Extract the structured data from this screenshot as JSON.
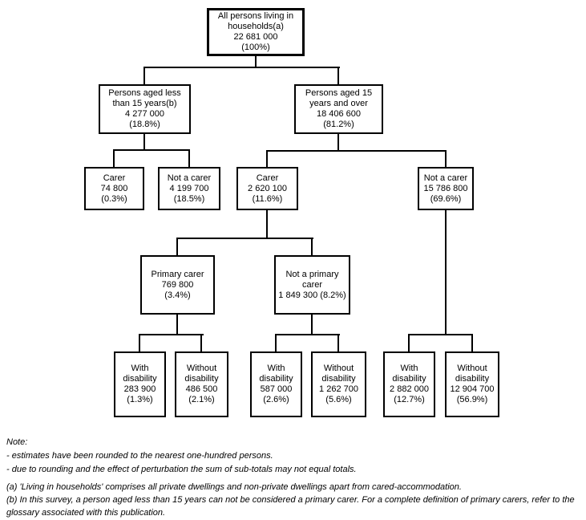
{
  "colors": {
    "border": "#000000",
    "background": "#ffffff",
    "text": "#000000"
  },
  "nodes": {
    "root": {
      "label": "All persons living in households(a)",
      "value": "22 681 000",
      "pct": "(100%)"
    },
    "under15": {
      "label": "Persons aged less than 15 years(b)",
      "value": "4 277 000",
      "pct": "(18.8%)"
    },
    "over15": {
      "label": "Persons aged 15 years and over",
      "value": "18 406 600",
      "pct": "(81.2%)"
    },
    "u15carer": {
      "label": "Carer",
      "value": "74 800",
      "pct": "(0.3%)"
    },
    "u15notcarer": {
      "label": "Not a carer",
      "value": "4 199 700",
      "pct": "(18.5%)"
    },
    "o15carer": {
      "label": "Carer",
      "value": "2 620 100",
      "pct": "(11.6%)"
    },
    "o15notcarer": {
      "label": "Not a carer",
      "value": "15 786 800",
      "pct": "(69.6%)"
    },
    "primary": {
      "label": "Primary carer",
      "value": "769 800",
      "pct": "(3.4%)"
    },
    "notprimary": {
      "label": "Not a primary carer",
      "value": "1 849 300 (8.2%)",
      "pct": ""
    },
    "pcwith": {
      "label": "With disability",
      "value": "283 900",
      "pct": "(1.3%)"
    },
    "pcwithout": {
      "label": "Without disability",
      "value": "486 500",
      "pct": "(2.1%)"
    },
    "npcwith": {
      "label": "With disability",
      "value": "587 000",
      "pct": "(2.6%)"
    },
    "npcwithout": {
      "label": "Without disability",
      "value": "1 262 700",
      "pct": "(5.6%)"
    },
    "ncwith": {
      "label": "With disability",
      "value": "2 882 000",
      "pct": "(12.7%)"
    },
    "ncwithout": {
      "label": "Without disability",
      "value": "12 904 700",
      "pct": "(56.9%)"
    }
  },
  "notes": {
    "title": "Note:",
    "items": [
      "- estimates have been rounded to the nearest one-hundred persons.",
      "- due to rounding and the effect of perturbation the sum of sub-totals may not equal totals."
    ],
    "footnotes": [
      "(a) 'Living in households' comprises all private dwellings and non-private dwellings apart from cared-accommodation.",
      "(b) In this survey, a person aged less than 15 years can not be considered a primary carer. For a complete definition of primary carers, refer to the glossary associated with this publication."
    ]
  }
}
